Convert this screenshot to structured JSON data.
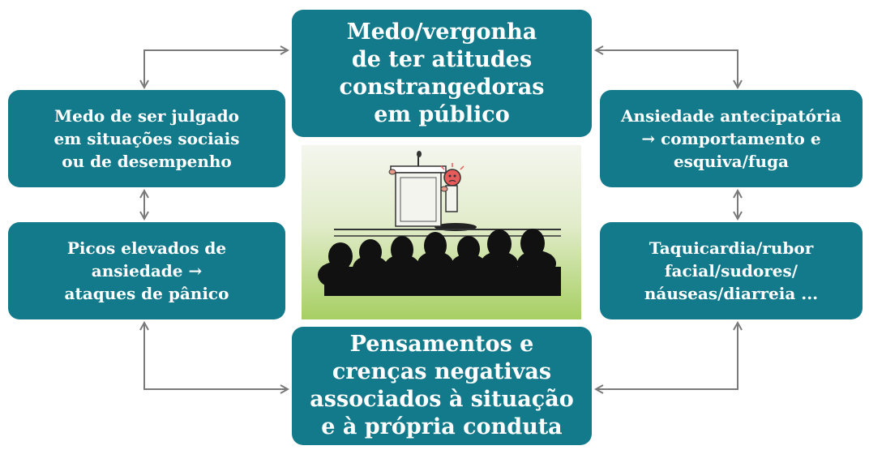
{
  "diagram": {
    "center_top": "Medo/vergonha\nde ter atitudes\nconstrangedoras\nem público",
    "center_bottom": "Pensamentos e\ncrenças negativas\nassociados à situação\ne à  própria conduta",
    "left_top": "Medo de ser julgado\nem situações sociais\nou de desempenho",
    "left_bottom": "Picos elevados de\nansiedade →\nataques de pânico",
    "right_top": "Ansiedade antecipatória\n→ comportamento e\nesquiva/fuga",
    "right_bottom": "Taquicardia/rubor\nfacial/sudores/\nnáuseas/diarreia ..."
  },
  "colors": {
    "box": "#137a8c",
    "box_text": "#ffffff",
    "arrow": "#7a7a7a",
    "image_sky": "#f4f6ee",
    "image_ground": "#a7cf63"
  },
  "image": {
    "icon": "public-speaking-illustration"
  }
}
